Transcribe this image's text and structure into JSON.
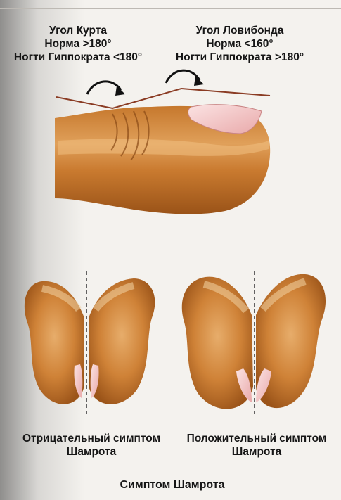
{
  "curth": {
    "title": "Угол Курта",
    "norm": "Норма >180°",
    "hippocratic": "Ногти Гиппократа <180°"
  },
  "lovibond": {
    "title": "Угол Ловибонда",
    "norm": "Норма <160°",
    "hippocratic": "Ногти Гиппократа >180°"
  },
  "schamroth": {
    "negative_label": "Отрицательный симптом Шамрота",
    "negative_line1": "Отрицательный симптом",
    "negative_line2": "Шамрота",
    "positive_line1": "Положительный симптом",
    "positive_line2": "Шамрота",
    "figure_title": "Симптом Шамрота"
  },
  "colors": {
    "skin_dark": "#b8691f",
    "skin_mid": "#d98b3c",
    "skin_light": "#f3c98f",
    "nail": "#f2c6c6",
    "angle_line": "#8a3b23",
    "arrow": "#111111"
  }
}
